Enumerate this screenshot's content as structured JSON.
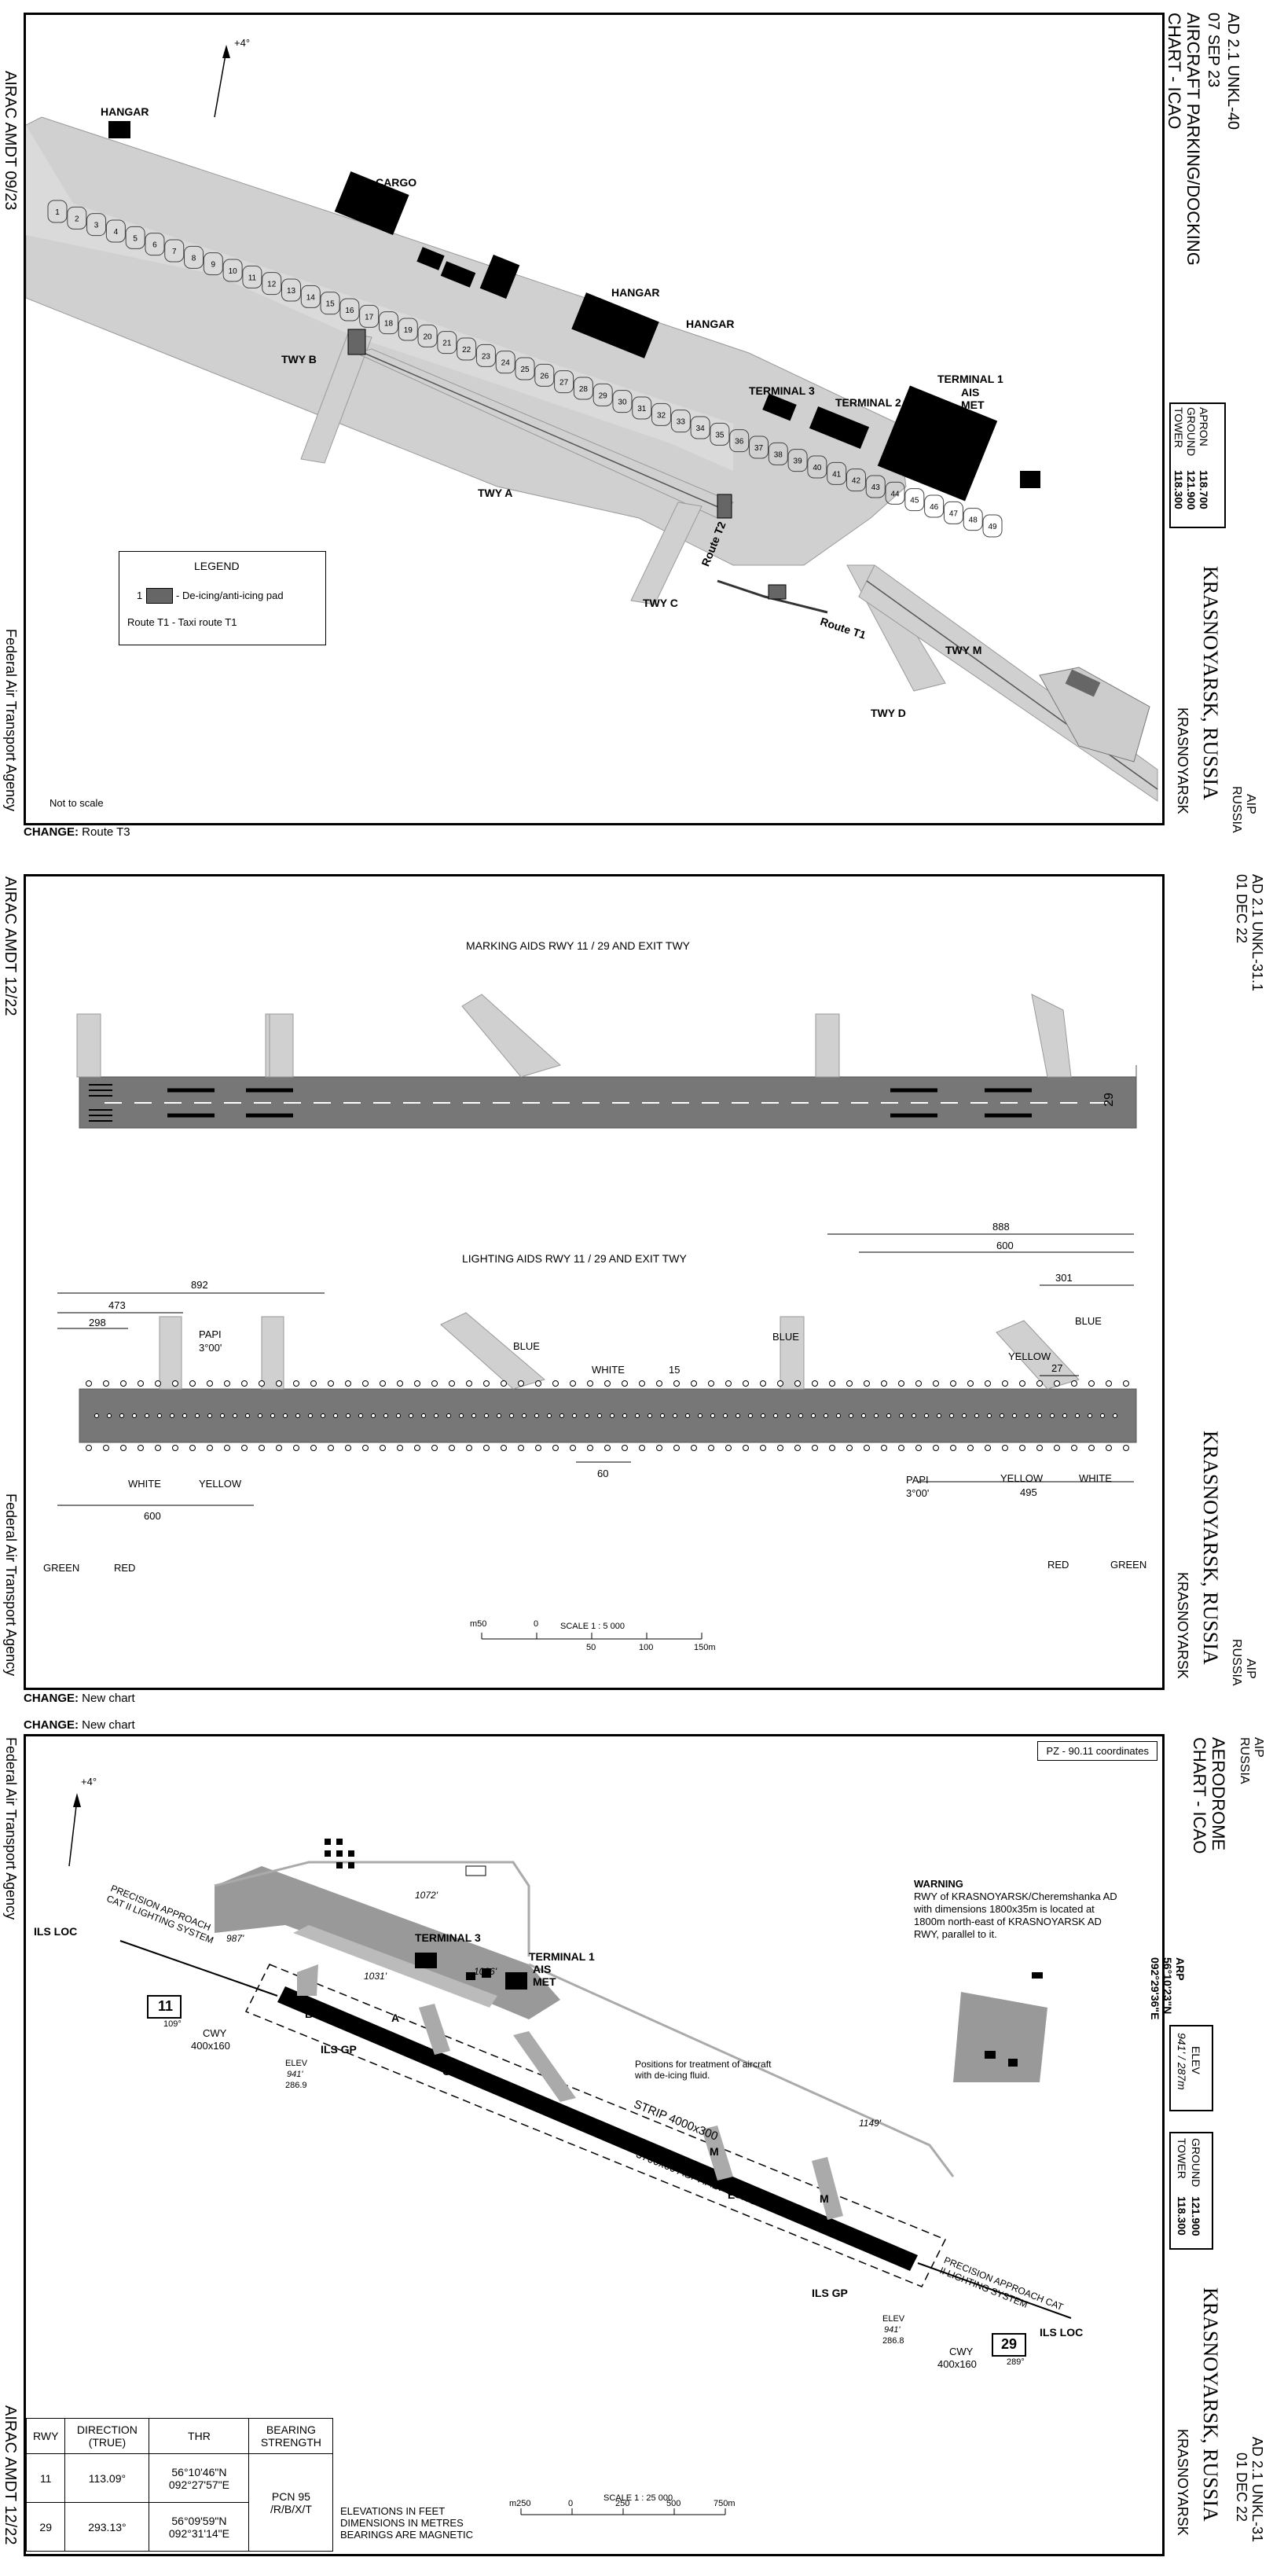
{
  "page1": {
    "header_id": "AD 2.1 UNKL-40",
    "header_date": "07 SEP 23",
    "title": "AIRCRAFT PARKING/DOCKING CHART - ICAO",
    "aip": "AIP",
    "country": "RUSSIA",
    "city_main": "KRASNOYARSK, RUSSIA",
    "city_sub": "KRASNOYARSK",
    "left_amdt": "AIRAC AMDT 09/23",
    "left_agency": "Federal Air Transport Agency",
    "not_to_scale": "Not to scale",
    "change_label": "CHANGE:",
    "change_text": "Route T3",
    "north_arrow": "+4°",
    "freq_labels": [
      "APRON",
      "GROUND",
      "TOWER"
    ],
    "freq_values": [
      "118.700",
      "121.900",
      "118.300"
    ],
    "labels": {
      "hangar_nw": "HANGAR",
      "cargo": "CARGO",
      "hangar1": "HANGAR",
      "hangar2": "HANGAR",
      "terminal1": "TERMINAL 1",
      "ais": "AIS",
      "met": "MET",
      "terminal2": "TERMINAL 2",
      "terminal3": "TERMINAL 3",
      "twy_b": "TWY B",
      "twy_a": "TWY A",
      "twy_c": "TWY C",
      "twy_m": "TWY M",
      "twy_d": "TWY D",
      "route_t1": "Route T1",
      "route_t2": "Route T2"
    },
    "legend": {
      "title": "LEGEND",
      "item1_num": "1",
      "item1_text": "- De-icing/anti-icing pad",
      "item2_text": "Route T1 - Taxi route T1"
    },
    "stands": [
      "49",
      "48",
      "47",
      "46",
      "45",
      "44",
      "43",
      "42",
      "41",
      "40",
      "39",
      "38",
      "37",
      "36",
      "35",
      "34",
      "33",
      "32",
      "31",
      "30",
      "29",
      "28",
      "27",
      "26",
      "25",
      "24",
      "23",
      "22",
      "21",
      "20",
      "19",
      "18",
      "17",
      "16",
      "15",
      "14",
      "13",
      "12",
      "11",
      "10",
      "9",
      "8",
      "7",
      "6",
      "5",
      "4",
      "3",
      "2",
      "1"
    ]
  },
  "page2": {
    "header_id": "AD 2.1 UNKL-31.1",
    "header_date": "01 DEC 22",
    "aip": "AIP",
    "country": "RUSSIA",
    "city_main": "KRASNOYARSK, RUSSIA",
    "city_sub": "KRASNOYARSK",
    "left_amdt": "AIRAC AMDT 12/22",
    "left_agency": "Federal Air Transport Agency",
    "marking_title": "MARKING AIDS RWY 11 / 29 AND EXIT TWY",
    "lighting_title": "LIGHTING AIDS RWY 11 / 29 AND EXIT TWY",
    "rwy_number": "29",
    "dims": {
      "d892": "892",
      "d473": "473",
      "d298": "298",
      "d888": "888",
      "d600a": "600",
      "d301": "301",
      "d27": "27",
      "d15": "15",
      "d60": "60",
      "d600b": "600",
      "d495": "495"
    },
    "lights": {
      "papi_w": "PAPI",
      "papi_w_angle": "3°00'",
      "papi_e": "PAPI",
      "papi_e_angle": "3°00'",
      "blue1": "BLUE",
      "blue2": "BLUE",
      "blue3": "BLUE",
      "white_mid": "WHITE",
      "yellow_e": "YELLOW",
      "white_w": "WHITE",
      "yellow_w": "YELLOW",
      "yellow_e2": "YELLOW",
      "white_e2": "WHITE",
      "green_w": "GREEN",
      "red_w": "RED",
      "red_e": "RED",
      "green_e": "GREEN"
    },
    "scale_title": "SCALE 1 : 5 000",
    "scale_ticks": [
      "m50",
      "0",
      "50",
      "100",
      "150m"
    ],
    "change_label": "CHANGE:",
    "change_text": "New chart"
  },
  "page3": {
    "header_id": "AD 2.1 UNKL-31",
    "header_date": "01 DEC 22",
    "title": "AERODROME CHART - ICAO",
    "aip": "AIP",
    "country": "RUSSIA",
    "city_main": "KRASNOYARSK, RUSSIA",
    "city_sub": "KRASNOYARSK",
    "left_amdt": "AIRAC AMDT 12/22",
    "left_agency": "Federal Air Transport Agency",
    "change_label": "CHANGE:",
    "change_text": "New chart",
    "coords_note": "PZ - 90.11 coordinates",
    "north_arrow": "+4°",
    "arp_label": "ARP",
    "arp_lat": "56°10'23\"N",
    "arp_lon": "092°29'36\"E",
    "elev_label": "ELEV",
    "elev_value": "941' / 287m",
    "freq_labels": [
      "GROUND",
      "TOWER"
    ],
    "freq_values": [
      "121.900",
      "118.300"
    ],
    "warning_title": "WARNING",
    "warning_text": "RWY of KRASNOYARSK/Cheremshanka AD with dimensions 1800x35m is located at 1800m north-east of KRASNOYARSK AD RWY, parallel to it.",
    "labels": {
      "terminal3": "TERMINAL 3",
      "terminal1": "TERMINAL 1",
      "ais": "AIS",
      "met": "MET",
      "ils_loc_w": "ILS LOC",
      "ils_loc_e": "ILS LOC",
      "ils_gp_w": "ILS GP",
      "ils_gp_e": "ILS GP",
      "pa_w": "PRECISION APPROACH CAT II LIGHTING SYSTEM",
      "pa_e": "PRECISION APPROACH CAT II LIGHTING SYSTEM",
      "cwy_w": "CWY",
      "cwy_w_dim": "400x160",
      "cwy_e": "CWY",
      "cwy_e_dim": "400x160",
      "elev_w": "ELEV",
      "elev_w_ft": "941'",
      "elev_w_m": "286.9",
      "elev_e": "ELEV",
      "elev_e_ft": "941'",
      "elev_e_m": "286.8",
      "strip": "STRIP 4000x300",
      "rwy": "3700x60 ASPHALT-CONCRETE",
      "deice": "Positions for treatment of aircraft with de-icing fluid.",
      "obs1072": "1072'",
      "obs987": "987'",
      "obs1031": "1031'",
      "obs1036": "1036'",
      "obs1149": "1149'",
      "twy_a": "A",
      "twy_b": "B",
      "twy_c": "C",
      "twy_d": "D",
      "twy_e": "E",
      "twy_m1": "M",
      "twy_m2": "M",
      "rwy11": "11",
      "rwy11_hdg": "109°",
      "rwy29": "29",
      "rwy29_hdg": "289°"
    },
    "scale_title": "SCALE 1 : 25 000",
    "scale_ticks": [
      "m250",
      "0",
      "250",
      "500",
      "750m"
    ],
    "notes": [
      "ELEVATIONS IN FEET",
      "DIMENSIONS IN METRES",
      "BEARINGS ARE MAGNETIC"
    ],
    "table": {
      "headers": [
        "RWY",
        "DIRECTION (TRUE)",
        "THR",
        "BEARING STRENGTH"
      ],
      "rows": [
        {
          "rwy": "11",
          "dir": "113.09°",
          "thr_lat": "56°10'46\"N",
          "thr_lon": "092°27'57\"E"
        },
        {
          "rwy": "29",
          "dir": "293.13°",
          "thr_lat": "56°09'59\"N",
          "thr_lon": "092°31'14\"E"
        }
      ],
      "pcn": "PCN 95",
      "pcn2": "/R/B/X/T"
    }
  }
}
